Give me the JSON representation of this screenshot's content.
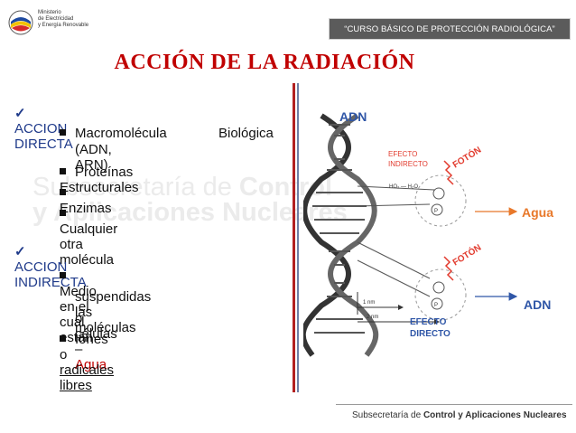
{
  "logo": {
    "line1": "Ministerio",
    "line2": "de Electricidad",
    "line3": "y Energía Renovable"
  },
  "header": {
    "course": "“CURSO BÁSICO DE PROTECCIÓN RADIOLÓGICA”",
    "title": "ACCIÓN DE LA RADIACIÓN"
  },
  "watermark": {
    "line1_regular": "Subsecretaría de ",
    "line1_bold": "Control",
    "line2": "y Aplicaciones Nucleares"
  },
  "direct": {
    "heading": "ACCION DIRECTA",
    "item1_a": "Macromolécula",
    "item1_b": "Biológica",
    "item1_c": "(ADN, ARN)",
    "item2": "Proteínas Estructurales",
    "item3": "Enzimas",
    "item4": "Cualquier otra molécula"
  },
  "indirect": {
    "heading": "ACCION INDIRECTA",
    "item1_a": "Medio en el cual están",
    "item1_b": "suspendidas las moléculas",
    "item1_c_text": "o células – ",
    "item1_c_red": "Agua.",
    "item2_text": "Iones o ",
    "item2_link": "radicales libres"
  },
  "diagram": {
    "adn_top": "ADN",
    "efecto_indirecto_1": "EFECTO",
    "efecto_indirecto_2": "INDIRECTO",
    "foton_1": "FOTÓN",
    "foton_2": "FOTÓN",
    "agua": "Agua",
    "adn_right": "ADN",
    "efecto_directo_1": "EFECTO",
    "efecto_directo_2": "DIRECTO",
    "molecule": "HO₂ — H₂O",
    "p1": "P",
    "p2": "P",
    "nm1": "1 nm",
    "nm2": "2 nm",
    "accent_red": "#e23b2e",
    "accent_blue": "#2f56a7",
    "agua_color": "#e8782a"
  },
  "footer": {
    "regular": "Subsecretaría de ",
    "bold": "Control y Aplicaciones Nucleares"
  }
}
